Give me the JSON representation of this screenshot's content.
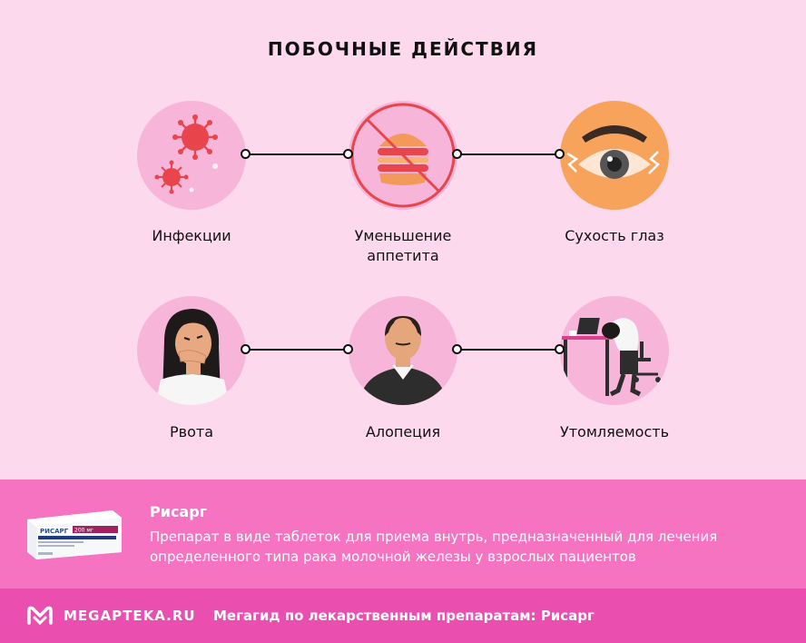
{
  "title": "ПОБОЧНЫЕ ДЕЙСТВИЯ",
  "effects": [
    {
      "label": "Инфекции",
      "icon": "virus-icon"
    },
    {
      "label": "Уменьшение\nаппетита",
      "icon": "no-burger-icon"
    },
    {
      "label": "Сухость глаз",
      "icon": "dry-eye-icon"
    },
    {
      "label": "Рвота",
      "icon": "nausea-woman-icon"
    },
    {
      "label": "Алопеция",
      "icon": "bald-man-icon"
    },
    {
      "label": "Утомляемость",
      "icon": "tired-worker-icon"
    }
  ],
  "drug": {
    "name": "Рисарг",
    "description": "Препарат в виде таблеток для приема внутрь, предназначенный для лечения определенного типа рака молочной железы у взрослых пациентов",
    "pack_label": "РИСАРГ",
    "pack_dose": "200 мг"
  },
  "footer": {
    "brand": "MEGAPTEKA.RU",
    "tagline": "Мегагид по лекарственным препаратам: Рисарг"
  },
  "colors": {
    "background": "#fdd9ee",
    "circle": "#f7b5da",
    "info_band": "#f673c2",
    "footer_band": "#ea4faf",
    "virus": "#e8454c",
    "prohibit": "#e8454c",
    "eye_bg": "#f7a35c"
  }
}
